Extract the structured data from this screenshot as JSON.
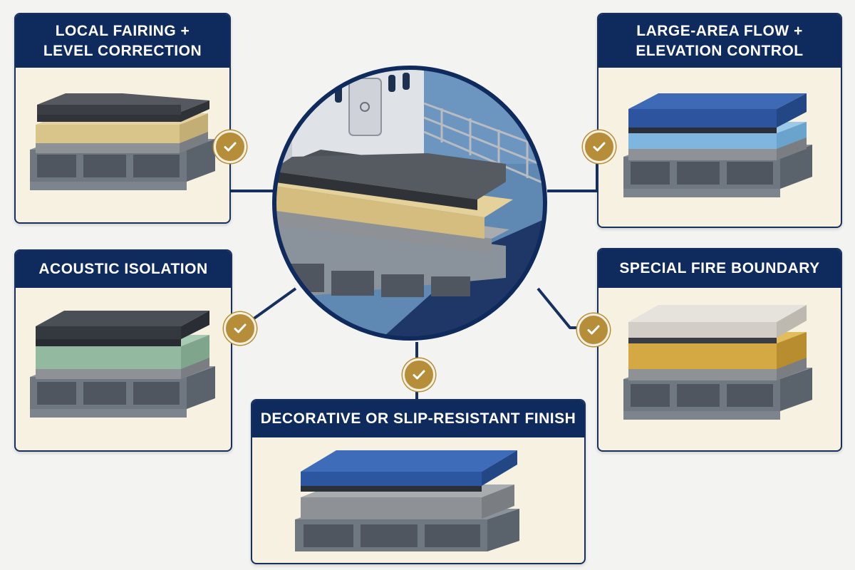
{
  "cards": [
    {
      "id": "local-fairing",
      "lines": [
        "LOCAL FAIRING +",
        "LEVEL CORRECTION"
      ]
    },
    {
      "id": "large-area-flow",
      "lines": [
        "LARGE-AREA FLOW +",
        "ELEVATION CONTROL"
      ]
    },
    {
      "id": "acoustic-isolation",
      "lines": [
        "ACOUSTIC ISOLATION"
      ]
    },
    {
      "id": "special-fire-boundary",
      "lines": [
        "SPECIAL FIRE BOUNDARY"
      ]
    },
    {
      "id": "decorative-finish",
      "lines": [
        "DECORATIVE OR SLIP-RESISTANT FINISH"
      ]
    }
  ],
  "icons": {
    "check": "checkmark-icon",
    "center": "ship-deck-cross-section-illustration"
  },
  "colors": {
    "header": "#0f2a5c",
    "border": "#17305e",
    "badge": "#b68e3a",
    "card_bg": "#f7f1e2",
    "page_bg": "#f3f3f1"
  }
}
